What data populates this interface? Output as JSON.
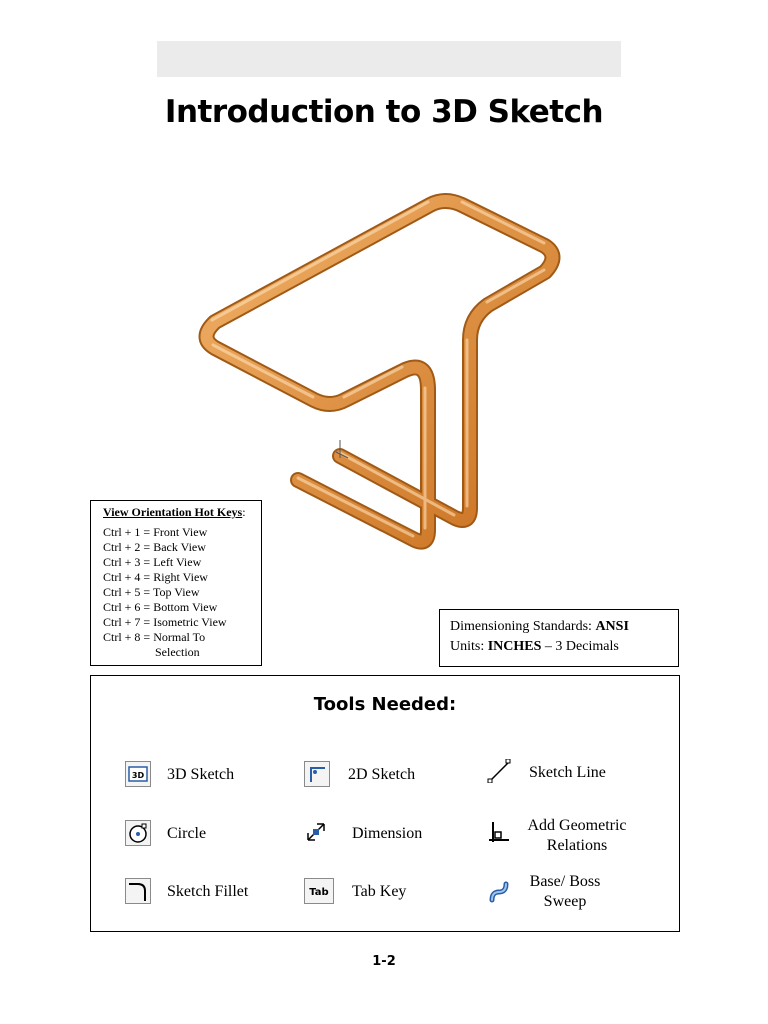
{
  "page": {
    "title": "Introduction to 3D Sketch",
    "page_number": "1-2"
  },
  "figure": {
    "tube_color": "#d9822b"
  },
  "hotkeys": {
    "title": "View Orientation Hot Keys",
    "title_suffix": ":",
    "lines": [
      "Ctrl + 1 = Front View",
      "Ctrl + 2 = Back View",
      "Ctrl + 3 = Left View",
      "Ctrl + 4 = Right View",
      "Ctrl + 5 = Top View",
      "Ctrl + 6 = Bottom View",
      "Ctrl + 7 = Isometric View",
      "Ctrl + 8 = Normal To"
    ],
    "continuation": "Selection"
  },
  "standards": {
    "dim_label": "Dimensioning Standards: ",
    "dim_value": "ANSI",
    "units_label": "Units: ",
    "units_value": "INCHES",
    "units_suffix": " – 3 Decimals"
  },
  "tools": {
    "title": "Tools Needed:",
    "items": [
      {
        "label": "3D Sketch",
        "icon": "3d-sketch-icon"
      },
      {
        "label": "2D Sketch",
        "icon": "2d-sketch-icon"
      },
      {
        "label": "Sketch Line",
        "icon": "sketch-line-icon"
      },
      {
        "label": "Circle",
        "icon": "circle-icon"
      },
      {
        "label": "Dimension",
        "icon": "dimension-icon"
      },
      {
        "label": "Add Geometric",
        "label2": "Relations",
        "icon": "geometric-relations-icon"
      },
      {
        "label": "Sketch Fillet",
        "icon": "sketch-fillet-icon"
      },
      {
        "label": "Tab Key",
        "icon": "tab-key-icon",
        "key_text": "Tab"
      },
      {
        "label": "Base/ Boss",
        "label2": "Sweep",
        "icon": "sweep-icon"
      }
    ]
  }
}
